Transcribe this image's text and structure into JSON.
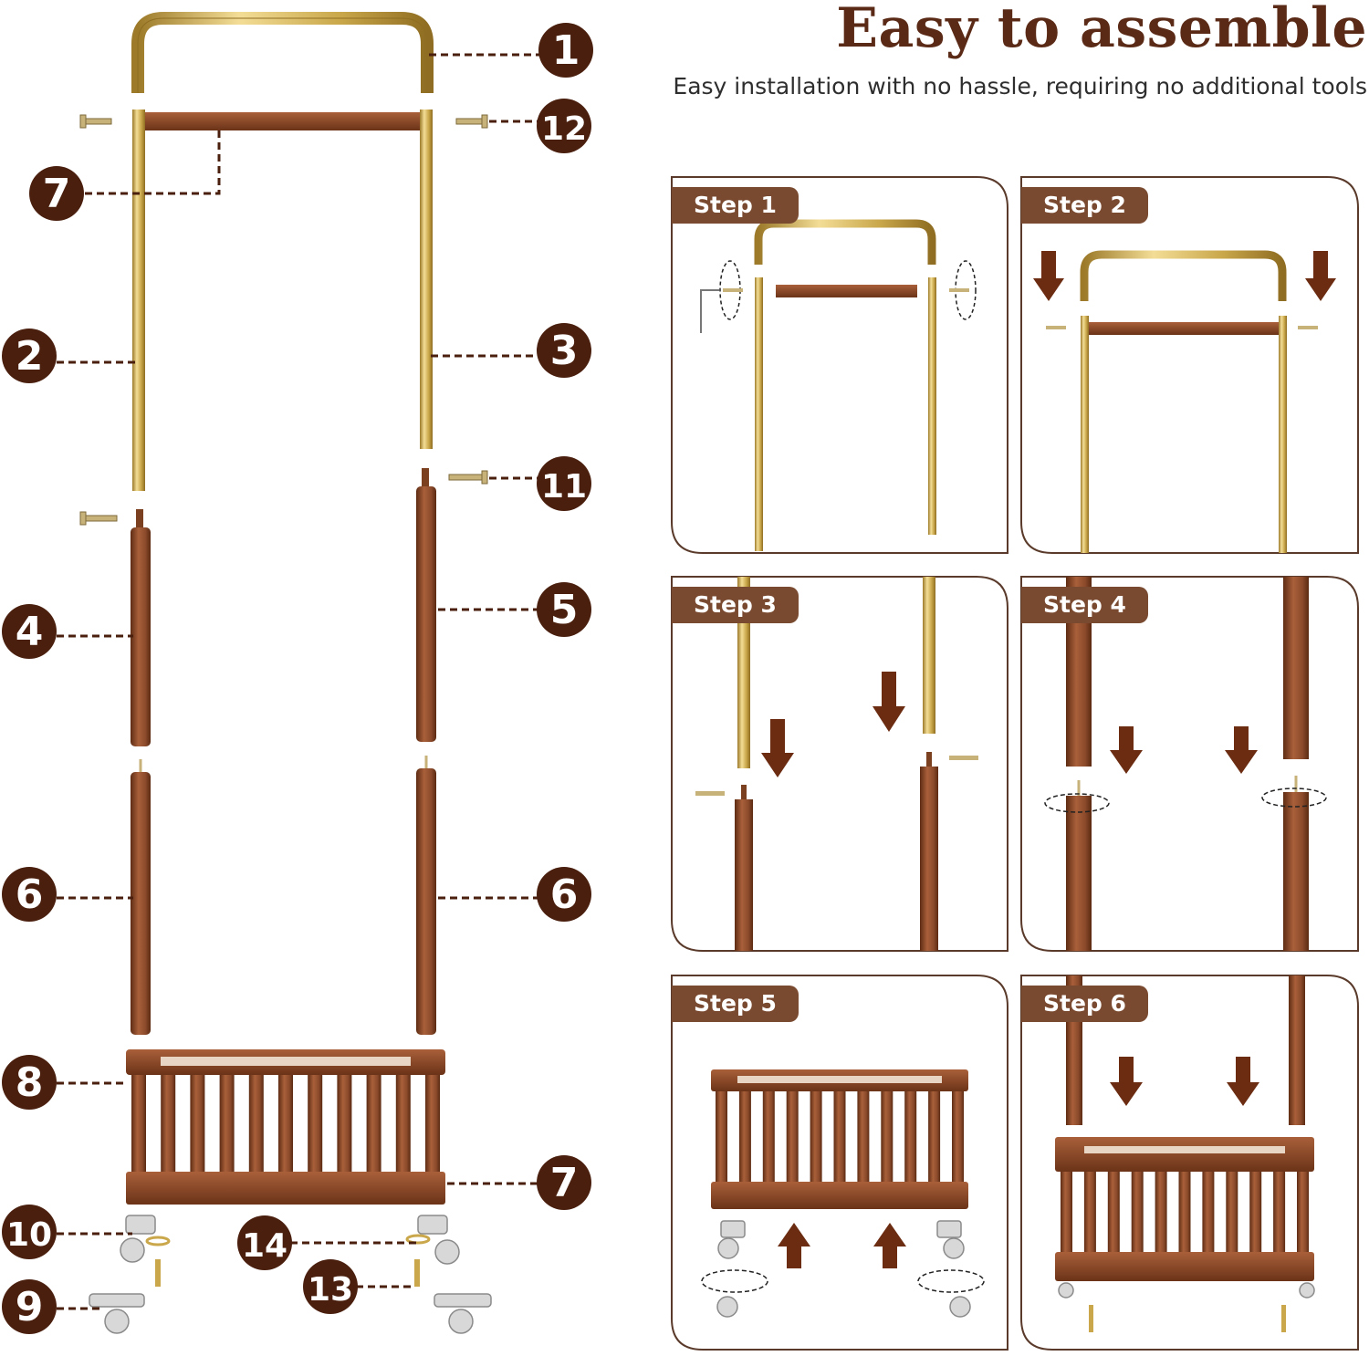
{
  "header": {
    "title": "Easy to assemble",
    "subtitle": "Easy installation with no hassle, requiring no additional tools"
  },
  "callouts": [
    "1",
    "12",
    "7",
    "2",
    "3",
    "11",
    "4",
    "5",
    "6",
    "6",
    "8",
    "7",
    "10",
    "14",
    "13",
    "9"
  ],
  "steps": [
    "Step 1",
    "Step 2",
    "Step 3",
    "Step 4",
    "Step 5",
    "Step 6"
  ],
  "colors": {
    "wood": "#8b4a2b",
    "wood_dark": "#6b3318",
    "brass": "#c9a74a",
    "badge": "#4a1f0e",
    "label_bg": "#7a4a30"
  }
}
